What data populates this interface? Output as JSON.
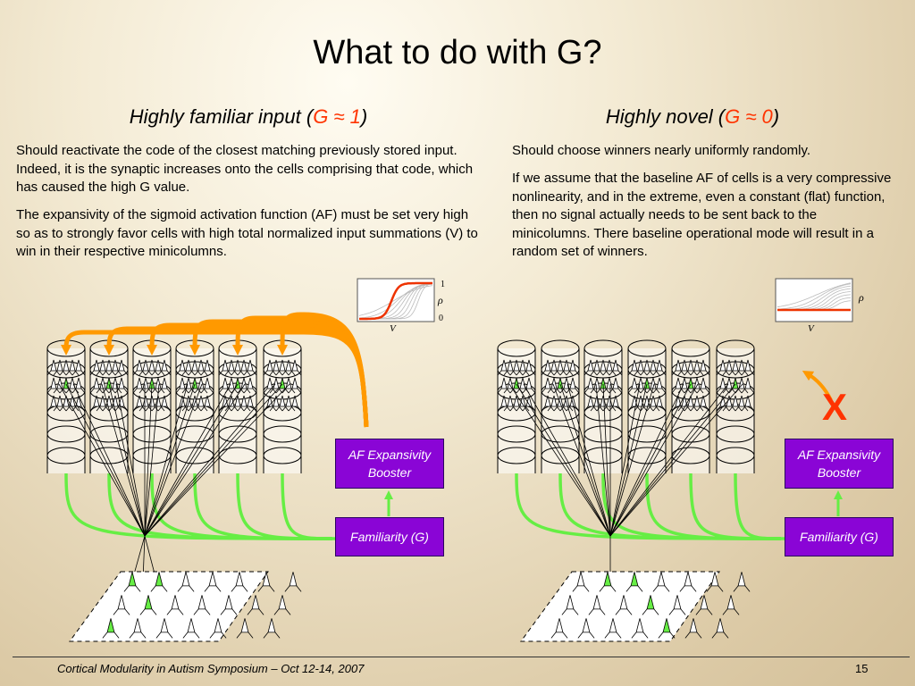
{
  "title": "What to do with G?",
  "left": {
    "heading_pre": "Highly familiar input (",
    "heading_accent": "G ≈ 1",
    "heading_post": ")",
    "para1": "Should reactivate the code of the closest matching previously stored input.  Indeed, it is the synaptic increases onto the cells comprising that code, which has caused the high G value.",
    "para2": "The expansivity of the sigmoid activation function (AF) must be set very high so as to strongly favor cells with high total normalized input summations (V) to win in their respective minicolumns.",
    "af_box": "AF Expansivity Booster",
    "g_box": "Familiarity (G)",
    "plot": {
      "y_top": "1",
      "y_label": "ρ",
      "y_bottom": "0",
      "x_label": "V"
    }
  },
  "right": {
    "heading_pre": "Highly novel (",
    "heading_accent": "G ≈ 0",
    "heading_post": ")",
    "para1": "Should choose winners nearly uniformly randomly.",
    "para2": "If we assume that the baseline AF of cells is a very compressive nonlinearity, and in the extreme, even a constant (flat) function, then no signal actually needs to be sent back to the minicolumns.  There baseline operational mode will result in a random set of winners.",
    "af_box": "AF Expansivity Booster",
    "g_box": "Familiarity (G)",
    "plot": {
      "y_label": "ρ",
      "x_label": "V"
    },
    "blocked_mark": "X"
  },
  "footer": "Cortical Modularity in Autism Symposium – Oct 12-14, 2007",
  "page_number": "15",
  "colors": {
    "accent": "#ff3300",
    "box": "#8a05d6",
    "feedback": "#ff9900",
    "green": "#66ee44",
    "curve": "#ee3300"
  }
}
